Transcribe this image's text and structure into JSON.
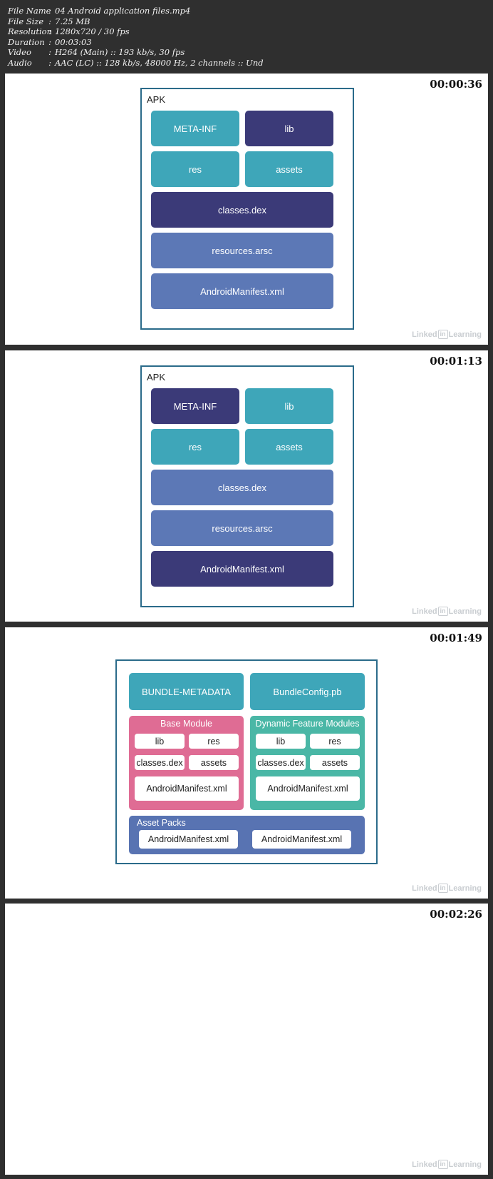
{
  "info": {
    "file_name": {
      "key": "File Name",
      "value": "04 Android application files.mp4"
    },
    "file_size": {
      "key": "File Size",
      "value": "7.25 MB"
    },
    "resolution": {
      "key": "Resolution",
      "value": "1280x720 / 30 fps"
    },
    "duration": {
      "key": "Duration",
      "value": "00:03:03"
    },
    "video": {
      "key": "Video",
      "value": "H264 (Main) :: 193 kb/s, 30 fps"
    },
    "audio": {
      "key": "Audio",
      "value": "AAC (LC) :: 128 kb/s, 48000 Hz, 2 channels :: Und"
    },
    "separator": ":"
  },
  "watermark": {
    "pre": "Linked",
    "in": "in",
    "post": "Learning"
  },
  "frames": [
    {
      "timestamp": "00:00:36",
      "apk_label": "APK",
      "blocks": {
        "meta_inf": {
          "label": "META-INF",
          "color": "#3ea6b9"
        },
        "lib": {
          "label": "lib",
          "color": "#3b3a78"
        },
        "res": {
          "label": "res",
          "color": "#3ea6b9"
        },
        "assets": {
          "label": "assets",
          "color": "#3ea6b9"
        },
        "classes_dex": {
          "label": "classes.dex",
          "color": "#3b3a78"
        },
        "resources_arsc": {
          "label": "resources.arsc",
          "color": "#5c78b6"
        },
        "manifest": {
          "label": "AndroidManifest.xml",
          "color": "#5c78b6"
        }
      }
    },
    {
      "timestamp": "00:01:13",
      "apk_label": "APK",
      "blocks": {
        "meta_inf": {
          "label": "META-INF",
          "color": "#3b3a78"
        },
        "lib": {
          "label": "lib",
          "color": "#3ea6b9"
        },
        "res": {
          "label": "res",
          "color": "#3ea6b9"
        },
        "assets": {
          "label": "assets",
          "color": "#3ea6b9"
        },
        "classes_dex": {
          "label": "classes.dex",
          "color": "#5c78b6"
        },
        "resources_arsc": {
          "label": "resources.arsc",
          "color": "#5c78b6"
        },
        "manifest": {
          "label": "AndroidManifest.xml",
          "color": "#3b3a78"
        }
      }
    },
    {
      "timestamp": "00:01:49",
      "bundle_metadata": "BUNDLE-METADATA",
      "bundle_config": "BundleConfig.pb",
      "base_module": {
        "title": "Base Module",
        "lib": "lib",
        "res": "res",
        "classes_dex": "classes.dex",
        "assets": "assets",
        "manifest": "AndroidManifest.xml"
      },
      "dynamic_modules": {
        "title": "Dynamic Feature Modules",
        "lib": "lib",
        "res": "res",
        "classes_dex": "classes.dex",
        "assets": "assets",
        "manifest": "AndroidManifest.xml"
      },
      "asset_packs": {
        "title": "Asset Packs",
        "manifest_1": "AndroidManifest.xml",
        "manifest_2": "AndroidManifest.xml"
      }
    },
    {
      "timestamp": "00:02:26"
    }
  ]
}
